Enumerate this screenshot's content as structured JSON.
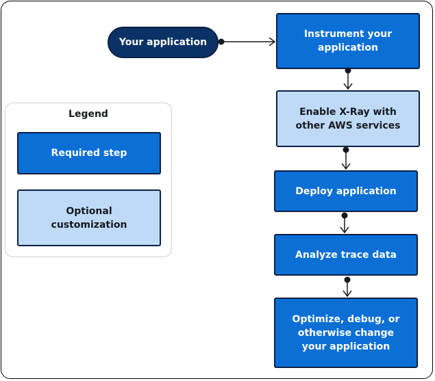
{
  "start": {
    "label": "Your application"
  },
  "steps": [
    {
      "label": "Instrument your application",
      "kind": "required"
    },
    {
      "label": "Enable X-Ray with other AWS services",
      "kind": "optional"
    },
    {
      "label": "Deploy application",
      "kind": "required"
    },
    {
      "label": "Analyze trace data",
      "kind": "required"
    },
    {
      "label": "Optimize, debug, or otherwise change your application",
      "kind": "required"
    }
  ],
  "legend": {
    "title": "Legend",
    "required_label": "Required step",
    "optional_label": "Optional customization"
  },
  "colors": {
    "required_fill": "#0b6fd6",
    "optional_fill": "#bfdaf7",
    "start_fill": "#0a3266",
    "outline": "#0a1f44"
  }
}
